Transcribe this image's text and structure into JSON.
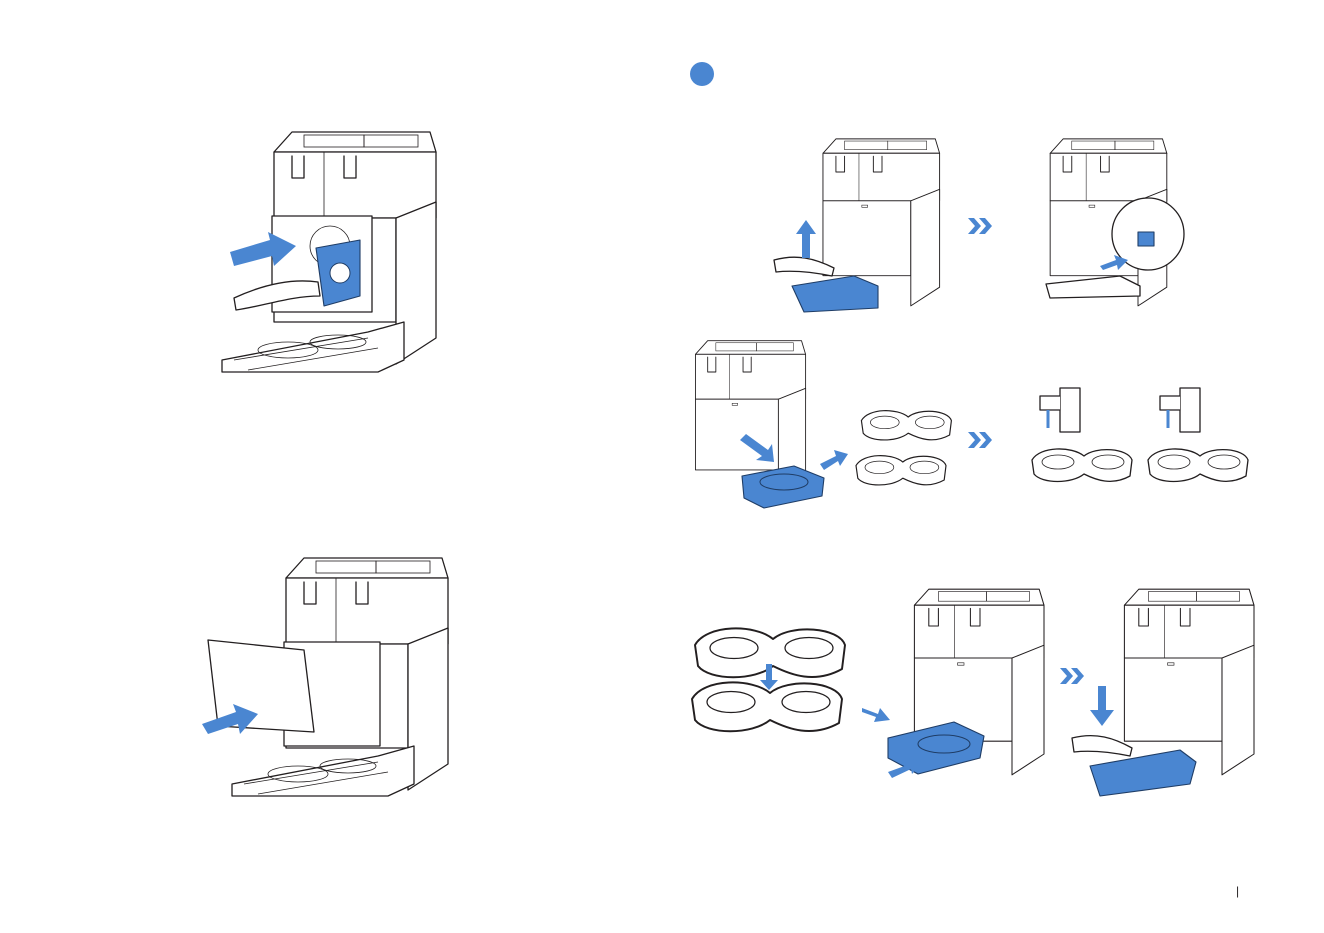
{
  "page": {
    "page_marker": "|"
  },
  "colors": {
    "accent": "#4a86d1",
    "line": "#231f20",
    "background": "#ffffff"
  },
  "icons": {
    "step_badge": "blue-filled-circle",
    "next_step": "double-chevron-right",
    "direction": "solid-arrow"
  }
}
